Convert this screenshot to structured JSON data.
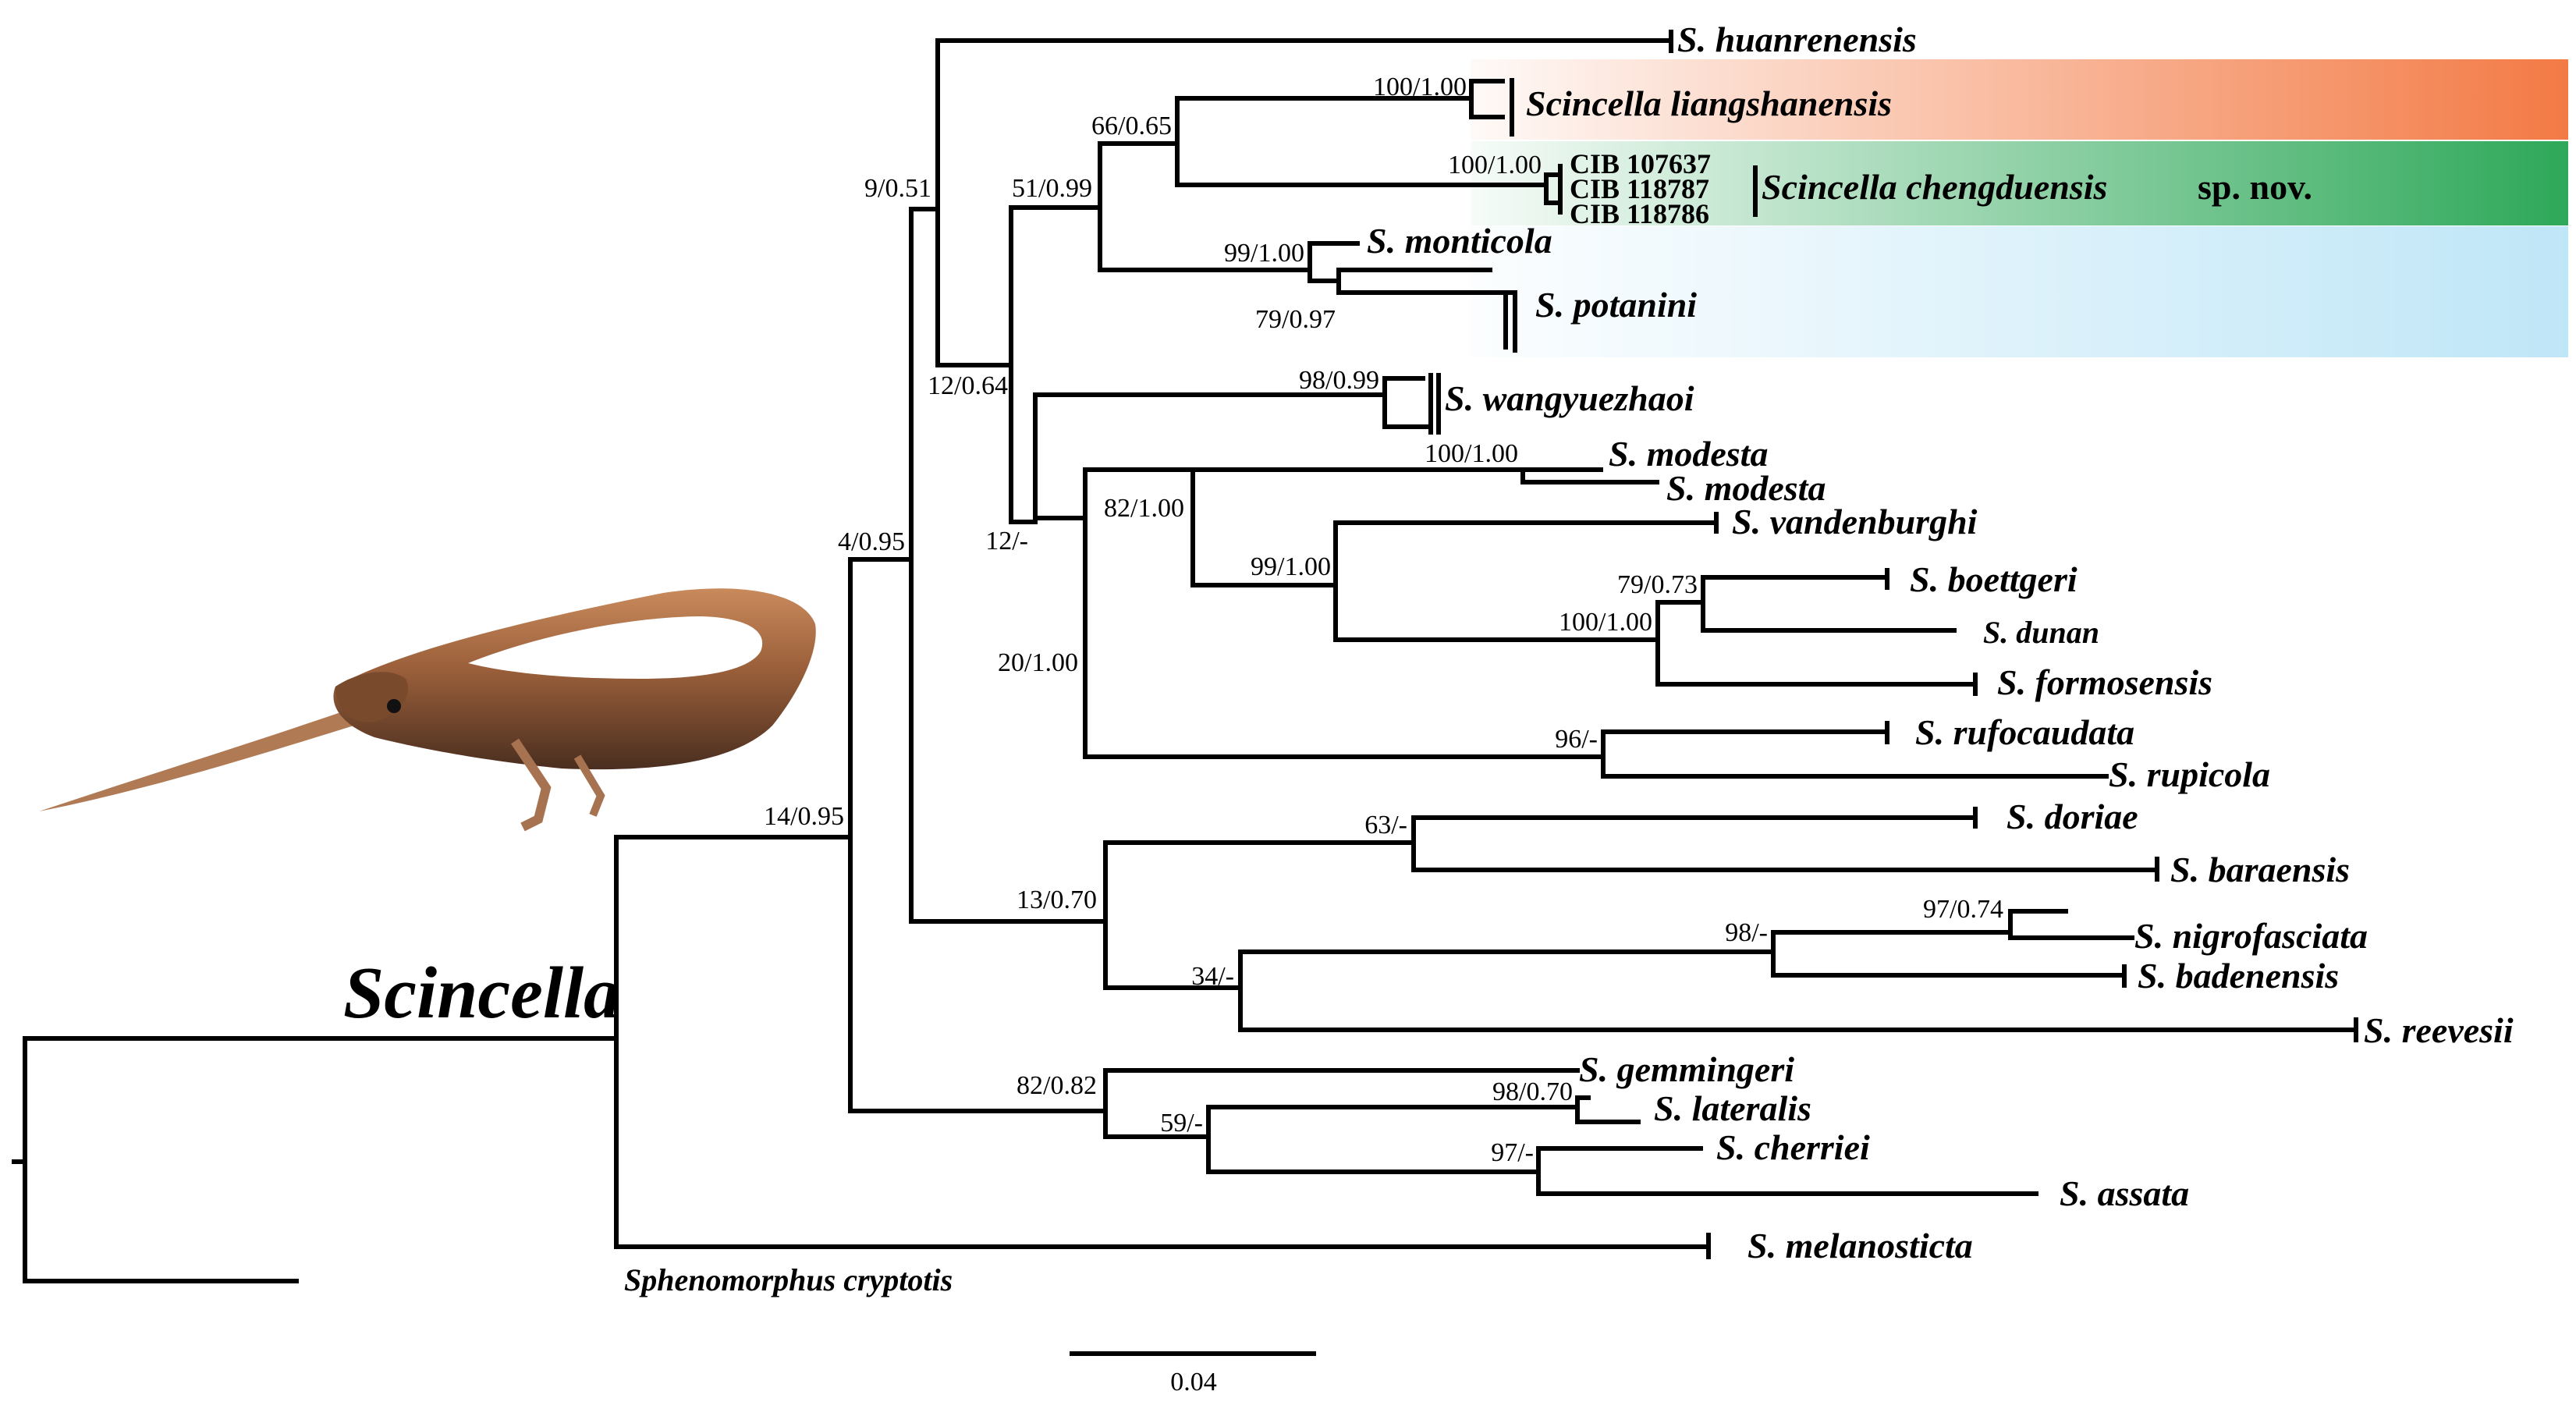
{
  "tree": {
    "genus_label": "Scincella",
    "outgroup": "Sphenomorphus cryptotis",
    "scale_label": "0.04",
    "highlight_colors": {
      "liangshanensis": "#f37a45",
      "chengduensis": "#2ea859",
      "potanini": "#bfe6f7"
    },
    "tips": {
      "huanrenensis": "S. huanrenensis",
      "liangshanensis": "Scincella liangshanensis",
      "chengduensis_genus": "Scincella chengduensis",
      "chengduensis_sp": "sp. nov.",
      "cib1": "CIB 107637",
      "cib2": "CIB 118787",
      "cib3": "CIB 118786",
      "monticola": "S. monticola",
      "potanini": "S. potanini",
      "wangyuezhaoi": "S. wangyuezhaoi",
      "modesta1": "S. modesta",
      "modesta2": "S. modesta",
      "vandenburghi": "S. vandenburghi",
      "boettgeri": "S. boettgeri",
      "dunan": "S. dunan",
      "formosensis": "S. formosensis",
      "rufocaudata": "S. rufocaudata",
      "rupicola": "S. rupicola",
      "doriae": "S. doriae",
      "baraensis": "S. baraensis",
      "nigrofasciata": "S. nigrofasciata",
      "badenensis": "S. badenensis",
      "reevesii": "S. reevesii",
      "gemmingeri": "S. gemmingeri",
      "lateralis": "S. lateralis",
      "cherriei": "S. cherriei",
      "assata": "S. assata",
      "melanosticta": "S. melanosticta"
    },
    "support": {
      "n_9": "9/0.51",
      "n_100a": "100/1.00",
      "n_66": "66/0.65",
      "n_100b": "100/1.00",
      "n_51": "51/0.99",
      "n_99a": "99/1.00",
      "n_79a": "79/0.97",
      "n_12a": "12/0.64",
      "n_98a": "98/0.99",
      "n_100c": "100/1.00",
      "n_82a": "82/1.00",
      "n_12b": "12/-",
      "n_4": "4/0.95",
      "n_99b": "99/1.00",
      "n_79b": "79/0.73",
      "n_100d": "100/1.00",
      "n_20": "20/1.00",
      "n_96": "96/-",
      "n_14": "14/0.95",
      "n_63": "63/-",
      "n_13": "13/0.70",
      "n_97a": "97/0.74",
      "n_98b": "98/-",
      "n_34": "34/-",
      "n_82b": "82/0.82",
      "n_98c": "98/0.70",
      "n_59": "59/-",
      "n_97b": "97/-"
    }
  }
}
